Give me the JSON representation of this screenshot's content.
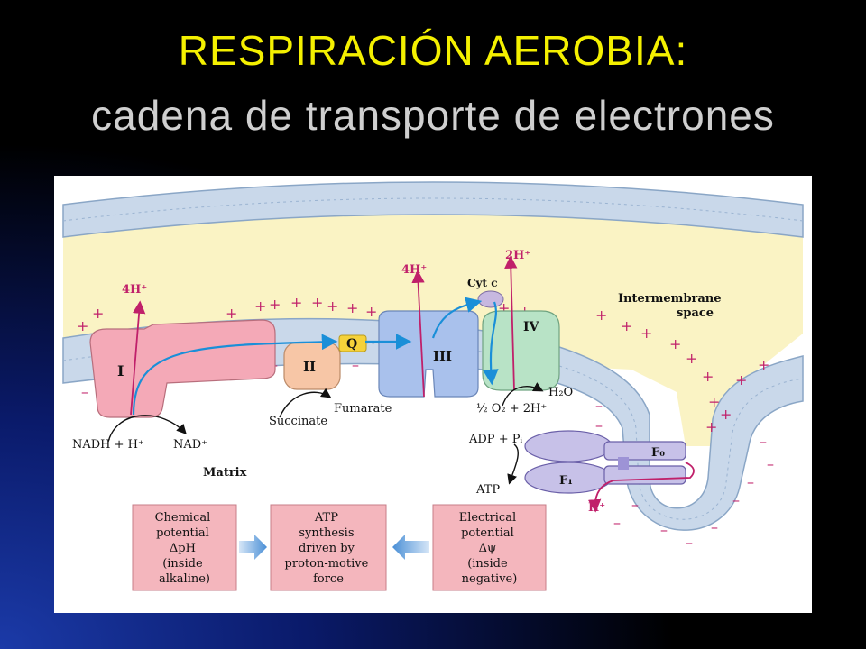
{
  "slide": {
    "title": "RESPIRACIÓN AEROBIA:",
    "subtitle": "cadena de transporte de electrones"
  },
  "colors": {
    "title": "#f4f000",
    "subtitle": "#cfcfcf",
    "membrane": "#c9d8ea",
    "intermembrane": "#faf3c4",
    "complex_I": "#f4a9b7",
    "complex_II": "#f7c6a6",
    "complex_III": "#a9c1ec",
    "complex_IV": "#b8e3c6",
    "atp_synthase": "#c7c1e8",
    "ubiquinone": "#f5d23a",
    "proton_arrow": "#c0206a",
    "electron_arrow": "#1a8fd8",
    "box_fill": "#f4b6bd"
  },
  "diagram": {
    "proton_labels": {
      "complex_I": "4H⁺",
      "complex_III": "4H⁺",
      "complex_IV": "2H⁺",
      "atp_synthase_out": "H⁺"
    },
    "complexes": {
      "I": "I",
      "II": "II",
      "III": "III",
      "IV": "IV",
      "Q": "Q",
      "F0": "F₀",
      "F1": "F₁",
      "cyt_c": "Cyt c"
    },
    "regions": {
      "intermembrane_1": "Intermembrane",
      "intermembrane_2": "space",
      "matrix": "Matrix"
    },
    "reactions": {
      "nadh": "NADH + H⁺",
      "nad": "NAD⁺",
      "succinate": "Succinate",
      "fumarate": "Fumarate",
      "o2": "½ O₂ + 2H⁺",
      "h2o": "H₂O",
      "adp": "ADP + Pᵢ",
      "atp": "ATP"
    },
    "boxes": {
      "chemical": [
        "Chemical",
        "potential",
        "ΔpH",
        "(inside",
        "alkaline)"
      ],
      "atp_synthesis": [
        "ATP",
        "synthesis",
        "driven by",
        "proton-motive",
        "force"
      ],
      "electrical": [
        "Electrical",
        "potential",
        "Δψ",
        "(inside",
        "negative)"
      ]
    },
    "charges": {
      "plus": "+",
      "minus": "–"
    }
  }
}
